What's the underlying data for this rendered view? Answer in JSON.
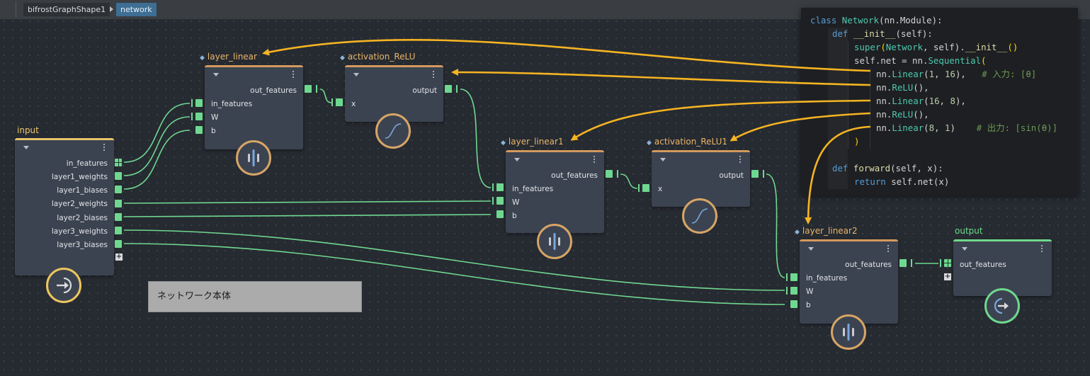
{
  "breadcrumb": [
    "bifrostGraphShape1",
    "network"
  ],
  "comment_text": "ネットワーク本体",
  "nodes": {
    "input": {
      "title": "input",
      "ports": [
        "in_features",
        "layer1_weights",
        "layer1_biases",
        "layer2_weights",
        "layer2_biases",
        "layer3_weights",
        "layer3_biases"
      ]
    },
    "layer_linear": {
      "title": "layer_linear",
      "output": "out_features",
      "inputs": [
        "in_features",
        "W",
        "b"
      ]
    },
    "activation_relu": {
      "title": "activation_ReLU",
      "output": "output",
      "inputs": [
        "x"
      ]
    },
    "layer_linear1": {
      "title": "layer_linear1",
      "output": "out_features",
      "inputs": [
        "in_features",
        "W",
        "b"
      ]
    },
    "activation_relu1": {
      "title": "activation_ReLU1",
      "output": "output",
      "inputs": [
        "x"
      ]
    },
    "layer_linear2": {
      "title": "layer_linear2",
      "output": "out_features",
      "inputs": [
        "in_features",
        "W",
        "b"
      ]
    },
    "output": {
      "title": "output",
      "inputs": [
        "out_features"
      ]
    }
  },
  "code": {
    "l1_class": "class",
    "l1_name": "Network",
    "l1_rest": "(nn.Module):",
    "l2_def": "def",
    "l2_fn": "__init__",
    "l2_rest": "(self):",
    "l3_super": "super",
    "l3_open": "(",
    "l3_cls": "Network",
    "l3_self": ", self).",
    "l3_init": "__init__",
    "l3_end": "()",
    "l4_a": "self.net = nn.",
    "l4_seq": "Sequential",
    "l4_b": "(",
    "l5_a": "nn.",
    "l5_fn": "Linear",
    "l5_b": "(",
    "l5_n1": "1",
    "l5_c": ", ",
    "l5_n2": "16",
    "l5_d": "),   ",
    "l5_cm": "# 入力: [θ]",
    "l6_a": "nn.",
    "l6_fn": "ReLU",
    "l6_b": "(),",
    "l7_a": "nn.",
    "l7_fn": "Linear",
    "l7_b": "(",
    "l7_n1": "16",
    "l7_c": ", ",
    "l7_n2": "8",
    "l7_d": "),",
    "l8_a": "nn.",
    "l8_fn": "ReLU",
    "l8_b": "(),",
    "l9_a": "nn.",
    "l9_fn": "Linear",
    "l9_b": "(",
    "l9_n1": "8",
    "l9_c": ", ",
    "l9_n2": "1",
    "l9_d": ")    ",
    "l9_cm": "# 出力: [sin(θ)]",
    "l10": ")",
    "l11_def": "def",
    "l11_fn": "forward",
    "l11_rest": "(self, x):",
    "l12_ret": "return",
    "l12_rest": " self.net(x)"
  },
  "colors": {
    "background": "#262a31",
    "node_body": "#3c4350",
    "wire": "#6fd890",
    "arrow": "#f5b422",
    "accent_orange": "#d39a5e",
    "accent_yellow": "#e9c46a",
    "accent_green": "#6fd88d",
    "breadcrumb_active": "#3e6e93"
  },
  "icons": {
    "node_op": "vertical-bars-icon",
    "activation": "sigmoid-curve-icon",
    "input": "arrow-in-icon",
    "output": "arrow-out-icon",
    "menu": "kebab-menu-icon",
    "collapse": "triangle-down-icon",
    "add_port": "plus-icon"
  }
}
